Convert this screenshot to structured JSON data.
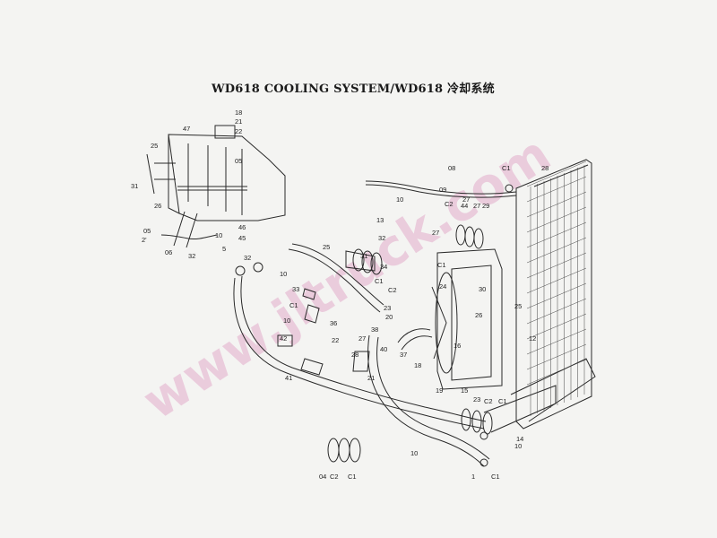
{
  "title": "WD618 COOLING SYSTEM/WD618 冷却系统",
  "watermark": "www.jltruck.com",
  "part_labels": [
    "18",
    "21",
    "22",
    "47",
    "25",
    "05",
    "31",
    "26",
    "46",
    "45",
    "05",
    "2'",
    "32",
    "10",
    "5",
    "06",
    "32",
    "10",
    "25",
    "31",
    "32",
    "C1",
    "C2",
    "C1",
    "10",
    "33",
    "36",
    "22",
    "28",
    "27",
    "21",
    "41",
    "42",
    "23",
    "20",
    "40",
    "38",
    "37",
    "18",
    "34",
    "10",
    "13",
    "27",
    "44",
    "27",
    "29",
    "27",
    "C1",
    "C2",
    "C1",
    "28",
    "30",
    "24",
    "26",
    "25",
    "12",
    "16",
    "19",
    "15",
    "23",
    "14",
    "04",
    "C2",
    "C1",
    "10",
    "1",
    "C1",
    "C2",
    "C1",
    "08",
    "09",
    "10"
  ]
}
